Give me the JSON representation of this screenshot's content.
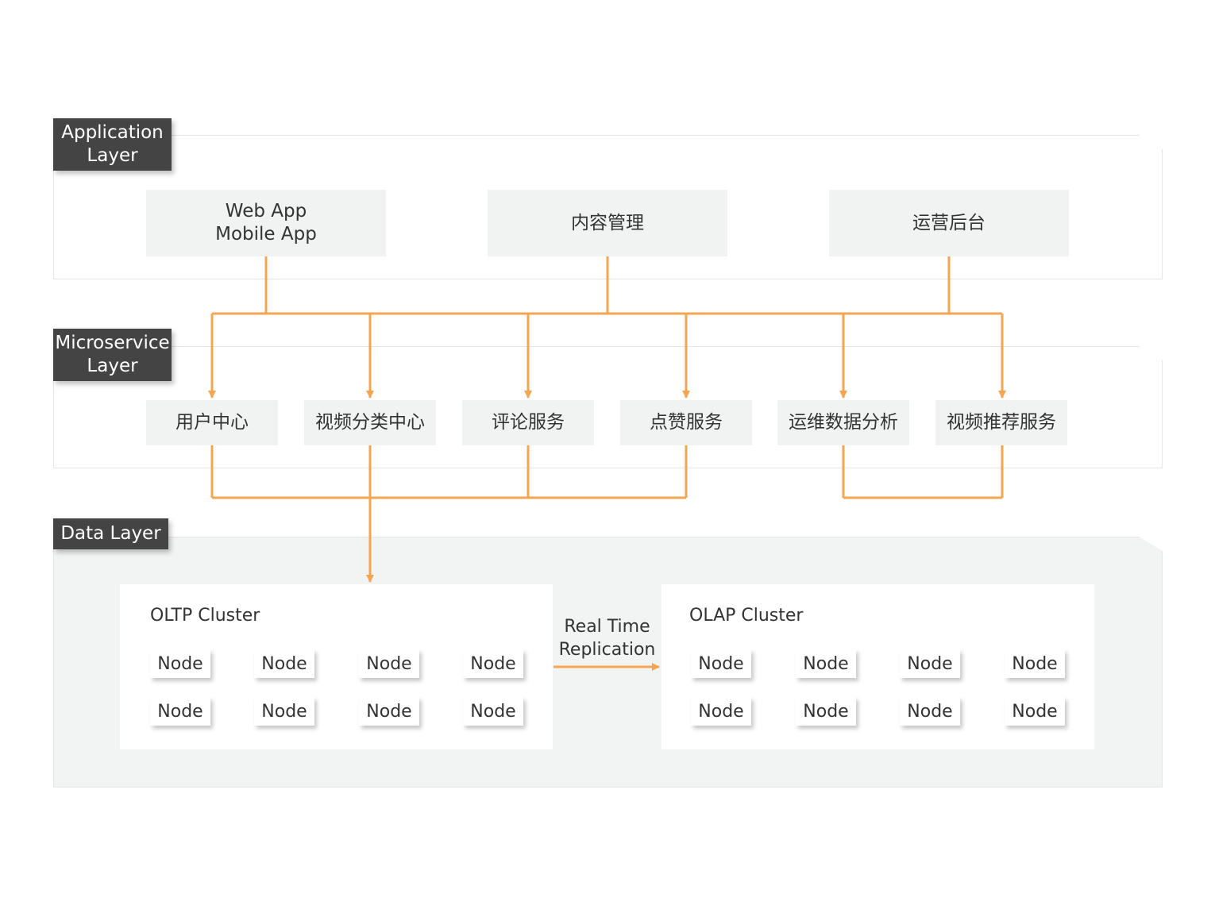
{
  "layers": {
    "application": "Application\nLayer",
    "microservice": "Microservice\nLayer",
    "data": "Data Layer"
  },
  "apps": [
    "Web App\nMobile App",
    "内容管理",
    "运营后台"
  ],
  "services": [
    "用户中心",
    "视频分类中心",
    "评论服务",
    "点赞服务",
    "运维数据分析",
    "视频推荐服务"
  ],
  "clusters": {
    "oltp": {
      "title": "OLTP Cluster",
      "nodes": [
        "Node",
        "Node",
        "Node",
        "Node",
        "Node",
        "Node",
        "Node",
        "Node"
      ]
    },
    "olap": {
      "title": "OLAP Cluster",
      "nodes": [
        "Node",
        "Node",
        "Node",
        "Node",
        "Node",
        "Node",
        "Node",
        "Node"
      ]
    }
  },
  "replication_label": "Real Time\nReplication",
  "colors": {
    "connector": "#f5a54f",
    "tag_bg": "#444444",
    "box_bg": "#f1f3f3",
    "data_panel": "#f2f4f4"
  }
}
